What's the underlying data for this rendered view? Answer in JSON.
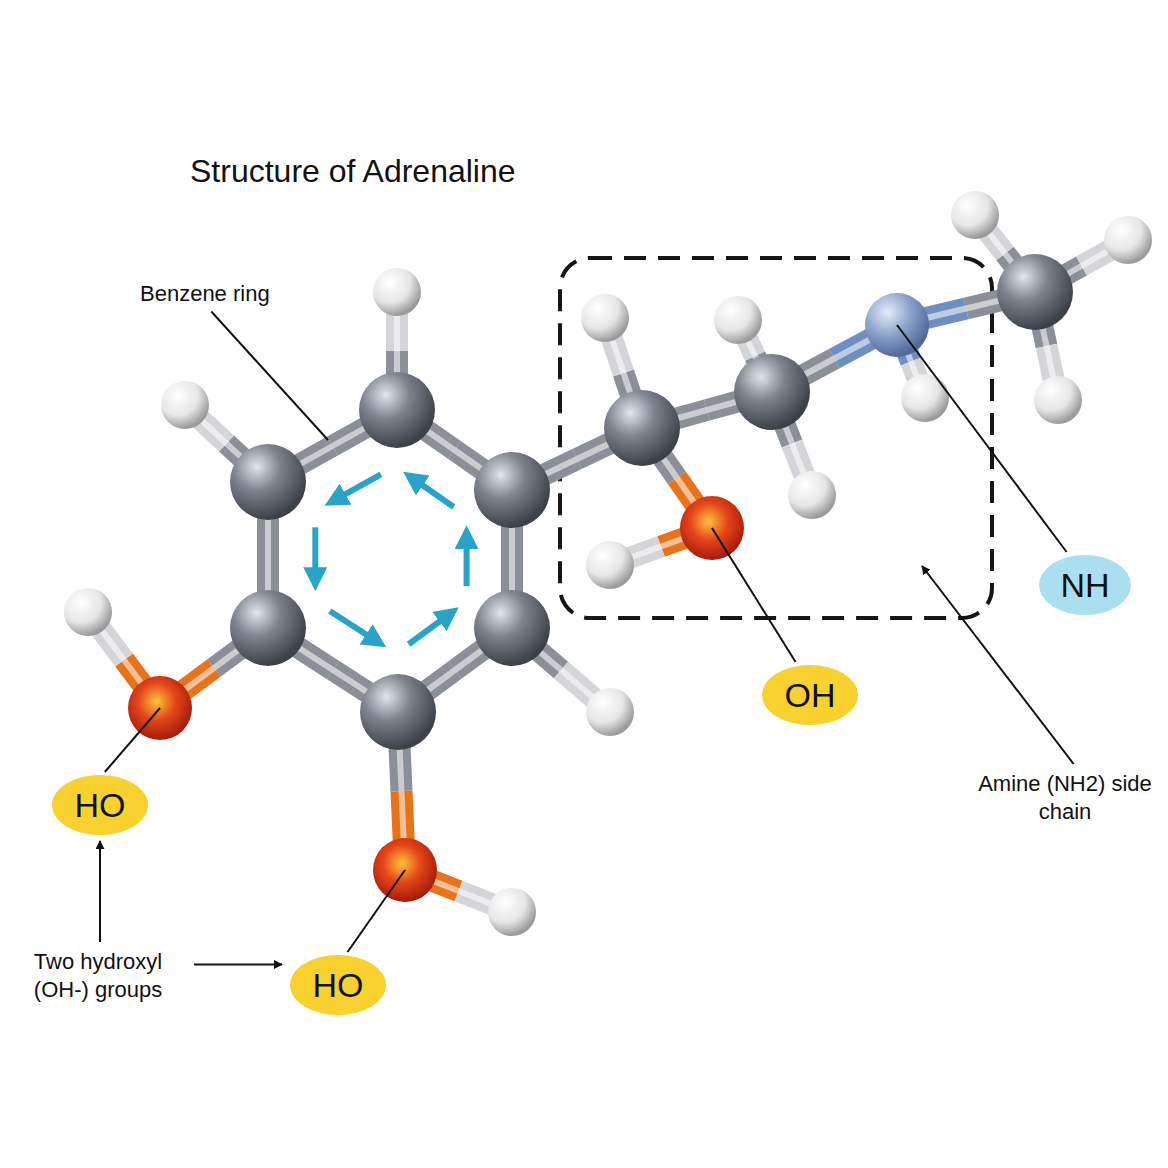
{
  "diagram": {
    "title": "Structure of Adrenaline",
    "nodes": [
      {
        "text": [
          "NH"
        ]
      },
      {
        "text": [
          "OH"
        ]
      },
      {
        "text": [
          "HO"
        ]
      },
      {
        "text": [
          "HO"
        ]
      }
    ],
    "labels": [
      "Benzene ring",
      "Amine (NH2) side chain",
      "Two hydroxyl (OH-) groups"
    ]
  }
}
